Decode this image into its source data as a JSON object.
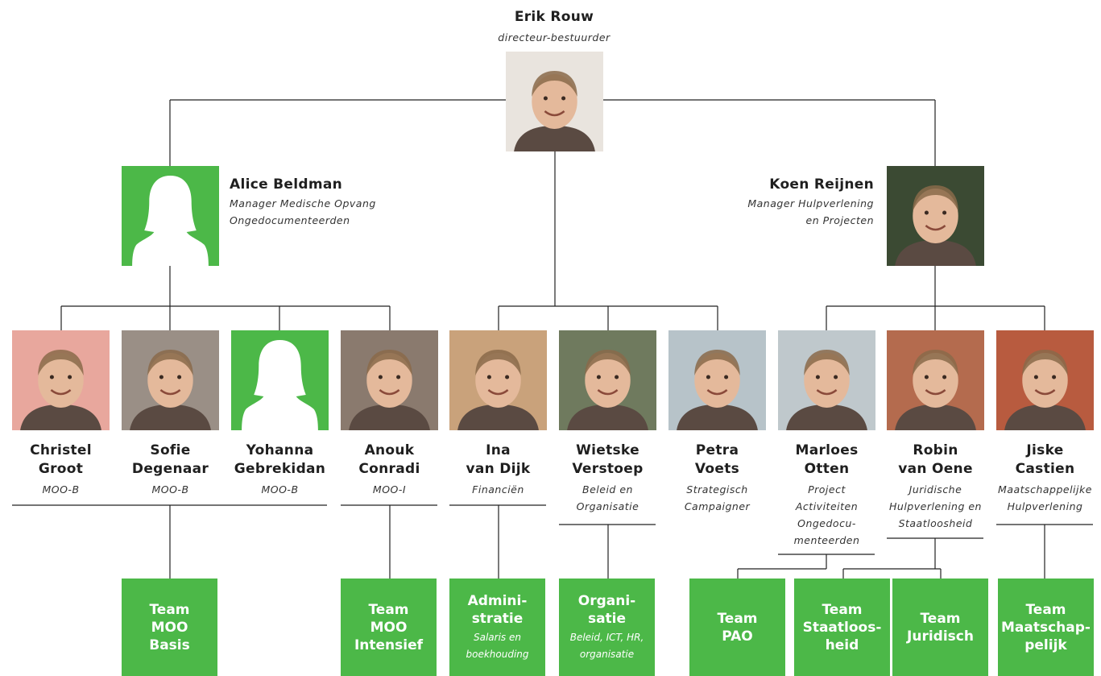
{
  "director": {
    "name": "Erik Rouw",
    "role": "directeur-bestuurder",
    "photo_bg": "#e9e4de"
  },
  "managers": [
    {
      "name": "Alice Beldman",
      "role_lines": [
        "Manager Medische Opvang",
        "Ongedocumenteerden"
      ],
      "photo": "silhouette"
    },
    {
      "name": "Koen Reijnen",
      "role_lines": [
        "Manager Hulpverlening",
        "en Projecten"
      ],
      "photo": "person",
      "photo_bg": "#3b4a33"
    }
  ],
  "staff": [
    {
      "name_lines": [
        "Christel",
        "Groot"
      ],
      "role_lines": [
        "MOO-B"
      ],
      "photo": "person",
      "photo_bg": "#e8a79d"
    },
    {
      "name_lines": [
        "Sofie",
        "Degenaar"
      ],
      "role_lines": [
        "MOO-B"
      ],
      "photo": "person",
      "photo_bg": "#9a8f86"
    },
    {
      "name_lines": [
        "Yohanna",
        "Gebrekidan"
      ],
      "role_lines": [
        "MOO-B"
      ],
      "photo": "silhouette"
    },
    {
      "name_lines": [
        "Anouk",
        "Conradi"
      ],
      "role_lines": [
        "MOO-I"
      ],
      "photo": "person",
      "photo_bg": "#8a7a6e"
    },
    {
      "name_lines": [
        "Ina",
        "van Dijk"
      ],
      "role_lines": [
        "Financiën"
      ],
      "photo": "person",
      "photo_bg": "#c9a27b"
    },
    {
      "name_lines": [
        "Wietske",
        "Verstoep"
      ],
      "role_lines": [
        "Beleid en",
        "Organisatie"
      ],
      "photo": "person",
      "photo_bg": "#6f7a5e"
    },
    {
      "name_lines": [
        "Petra",
        "Voets"
      ],
      "role_lines": [
        "Strategisch",
        "Campaigner"
      ],
      "photo": "person",
      "photo_bg": "#b7c3c9"
    },
    {
      "name_lines": [
        "Marloes",
        "Otten"
      ],
      "role_lines": [
        "Project",
        "Activiteiten",
        "Ongedocu-",
        "menteerden"
      ],
      "photo": "person",
      "photo_bg": "#bfc8cc"
    },
    {
      "name_lines": [
        "Robin",
        "van Oene"
      ],
      "role_lines": [
        "Juridische",
        "Hulpverlening en",
        "Staatloosheid"
      ],
      "photo": "person",
      "photo_bg": "#b46b4e"
    },
    {
      "name_lines": [
        "Jiske",
        "Castien"
      ],
      "role_lines": [
        "Maatschappelijke",
        "Hulpverlening"
      ],
      "photo": "person",
      "photo_bg": "#b85b3f"
    }
  ],
  "teams": [
    {
      "title_lines": [
        "Team",
        "MOO",
        "Basis"
      ],
      "sub_lines": []
    },
    {
      "title_lines": [
        "Team",
        "MOO",
        "Intensief"
      ],
      "sub_lines": []
    },
    {
      "title_lines": [
        "Admini-",
        "stratie"
      ],
      "sub_lines": [
        "Salaris en",
        "boekhouding"
      ]
    },
    {
      "title_lines": [
        "Organi-",
        "satie"
      ],
      "sub_lines": [
        "Beleid, ICT, HR,",
        "organisatie"
      ]
    },
    {
      "title_lines": [
        "Team",
        "PAO"
      ],
      "sub_lines": []
    },
    {
      "title_lines": [
        "Team",
        "Staatloos-",
        "heid"
      ],
      "sub_lines": []
    },
    {
      "title_lines": [
        "Team",
        "Juridisch"
      ],
      "sub_lines": []
    },
    {
      "title_lines": [
        "Team",
        "Maatschap-",
        "pelijk"
      ],
      "sub_lines": []
    }
  ],
  "colors": {
    "green": "#4cb848",
    "line": "#222222",
    "text": "#1f1f1f"
  }
}
